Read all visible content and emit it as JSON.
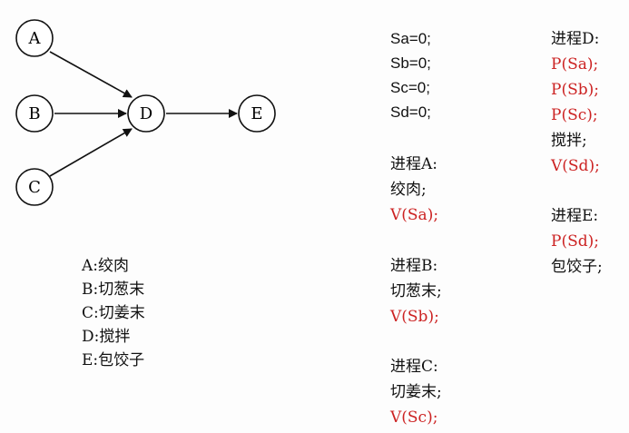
{
  "graph": {
    "nodes": [
      {
        "id": "A",
        "label": "A"
      },
      {
        "id": "B",
        "label": "B"
      },
      {
        "id": "C",
        "label": "C"
      },
      {
        "id": "D",
        "label": "D"
      },
      {
        "id": "E",
        "label": "E"
      }
    ],
    "edges": [
      {
        "from": "A",
        "to": "D"
      },
      {
        "from": "B",
        "to": "D"
      },
      {
        "from": "C",
        "to": "D"
      },
      {
        "from": "D",
        "to": "E"
      }
    ]
  },
  "legend": [
    "A:绞肉",
    "B:切葱末",
    "C:切姜末",
    "D:搅拌",
    "E:包饺子"
  ],
  "init": [
    "Sa=0;",
    "Sb=0;",
    "Sc=0;",
    "Sd=0;"
  ],
  "processA": {
    "title": "进程A:",
    "lines": [
      {
        "text": "绞肉;",
        "red": false
      },
      {
        "text": "V(Sa);",
        "red": true
      }
    ]
  },
  "processB": {
    "title": "进程B:",
    "lines": [
      {
        "text": "切葱末;",
        "red": false
      },
      {
        "text": "V(Sb);",
        "red": true
      }
    ]
  },
  "processC": {
    "title": "进程C:",
    "lines": [
      {
        "text": "切姜末;",
        "red": false
      },
      {
        "text": "V(Sc);",
        "red": true
      }
    ]
  },
  "processD": {
    "title": "进程D:",
    "lines": [
      {
        "text": "P(Sa);",
        "red": true
      },
      {
        "text": "P(Sb);",
        "red": true
      },
      {
        "text": "P(Sc);",
        "red": true
      },
      {
        "text": "搅拌;",
        "red": false
      },
      {
        "text": "V(Sd);",
        "red": true
      }
    ]
  },
  "processE": {
    "title": "进程E:",
    "lines": [
      {
        "text": "P(Sd);",
        "red": true
      },
      {
        "text": "包饺子;",
        "red": false
      }
    ]
  },
  "colors": {
    "accent": "#cc2222",
    "ink": "#111111"
  }
}
